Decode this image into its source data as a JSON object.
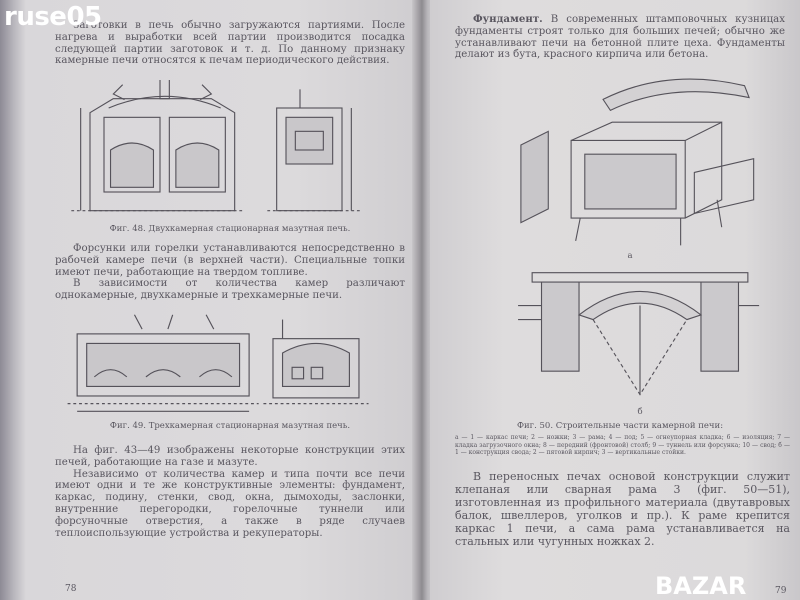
{
  "watermark_top": "ruse05",
  "watermark_bottom": "BAZAR",
  "left_page": {
    "intro": "Заготовки в печь обычно загружаются партиями. После нагрева и выработки всей партии производится посадка следующей партии заготовок и т. д. По данному признаку камерные печи относятся к печам периодического действия.",
    "fig48_caption": "Фиг. 48. Двухкамерная стационарная мазутная печь.",
    "para1": "Форсунки или горелки устанавливаются непосредственно в рабочей камере печи (в верхней части). Специальные топки имеют печи, работающие на твердом топливе.",
    "para2": "В зависимости от количества камер различают однокамерные, двухкамерные и трехкамерные печи.",
    "fig49_caption": "Фиг. 49. Трехкамерная стационарная мазутная печь.",
    "para3": "На фиг. 43—49 изображены некоторые конструкции этих печей, работающие на газе и мазуте.",
    "para4": "Независимо от количества камер и типа почти все печи имеют одни и те же конструктивные элементы: фундамент, каркас, подину, стенки, свод, окна, дымоходы, заслонки, внутренние перегородки, горелочные туннели или форсуночные отверстия, а также в ряде случаев теплоиспользующие устройства и рекуператоры.",
    "page_number": "78"
  },
  "right_page": {
    "heading": "Фундамент.",
    "intro": "В современных штамповочных кузницах фундаменты строят только для больших печей; обычно же устанавливают печи на бетонной плите цеха. Фундаменты делают из бута, красного кирпича или бетона.",
    "label_a": "а",
    "label_b": "б",
    "fig50_caption": "Фиг. 50. Строительные части камерной печи:",
    "fig50_legend": "а — 1 — каркас печи; 2 — ножки; 3 — рама; 4 — под; 5 — огнеупорная кладка; 6 — изоляция; 7 — кладка загрузочного окна; 8 — передний (фронтовой) столб; 9 — туннель или форсунка; 10 — свод; б — 1 — конструкция свода; 2 — пятовой кирпич; 3 — вертикальные стойки.",
    "para1": "В переносных печах основой конструкции служит клепаная или сварная рама 3 (фиг. 50—51), изготовленная из профильного материала (двутавровых балок, швеллеров, уголков и пр.). К раме крепится каркас 1 печи, а сама рама устанавливается на стальных или чугунных ножках 2.",
    "page_number": "79"
  }
}
